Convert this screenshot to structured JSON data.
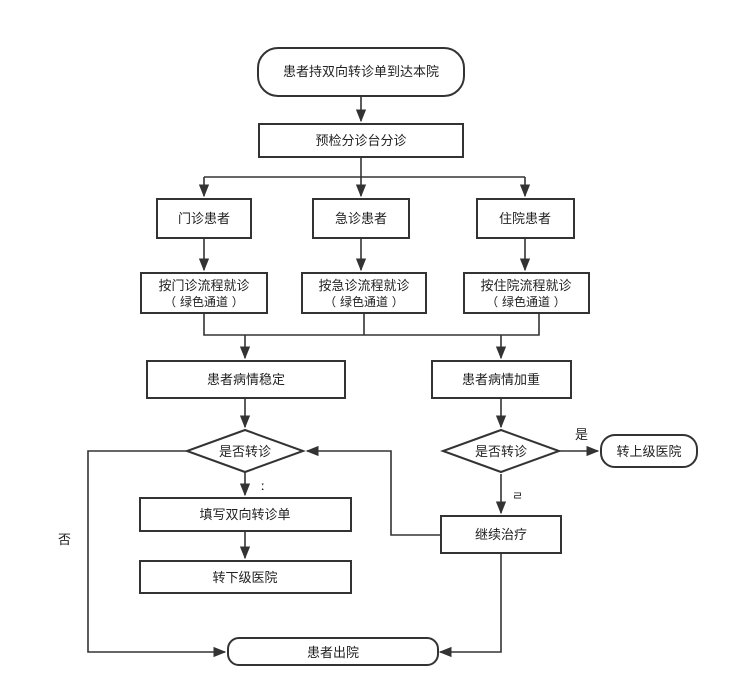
{
  "nodes": {
    "start": "患者持双向转诊单到达本院",
    "triage": "预检分诊台分诊",
    "outpatient": "门诊患者",
    "emergency": "急诊患者",
    "inpatient": "住院患者",
    "outpatient_flow_l1": "按门诊流程就诊",
    "outpatient_flow_l2": "（ 绿色通道 ）",
    "emergency_flow_l1": "按急诊流程就诊",
    "emergency_flow_l2": "（ 绿色通道 ）",
    "inpatient_flow_l1": "按住院流程就诊",
    "inpatient_flow_l2": "（ 绿色通道 ）",
    "stable": "患者病情稳定",
    "worse": "患者病情加重",
    "decision_left": "是否转诊",
    "decision_right": "是否转诊",
    "fill_form": "填写双向转诊单",
    "to_lower": "转下级医院",
    "continue_treat": "继续治疗",
    "to_upper": "转上级医院",
    "discharge": "患者出院"
  },
  "edge_labels": {
    "no_left": "否",
    "yes_right": "是",
    "yes_left_mark": "ː",
    "no_right_mark": "ㄹ"
  }
}
